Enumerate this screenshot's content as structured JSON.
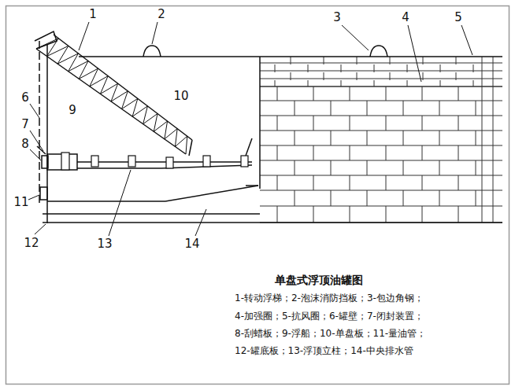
{
  "diagram": {
    "title": "单盘式浮顶油罐图",
    "labels": [
      "1",
      "2",
      "3",
      "4",
      "5",
      "6",
      "7",
      "8",
      "9",
      "10",
      "11",
      "12",
      "13",
      "14",
      "1-转动浮梯；2-泡沫消防挡板；3-包边角钢；",
      "4-加强圈；5-抗风圈；6-罐壁；7-闭封装置；",
      "8-刮蜡板；9-浮船；10-单盘板；11-量油管；",
      "12-罐底板；13-浮顶立柱；14-中央排水管"
    ]
  }
}
